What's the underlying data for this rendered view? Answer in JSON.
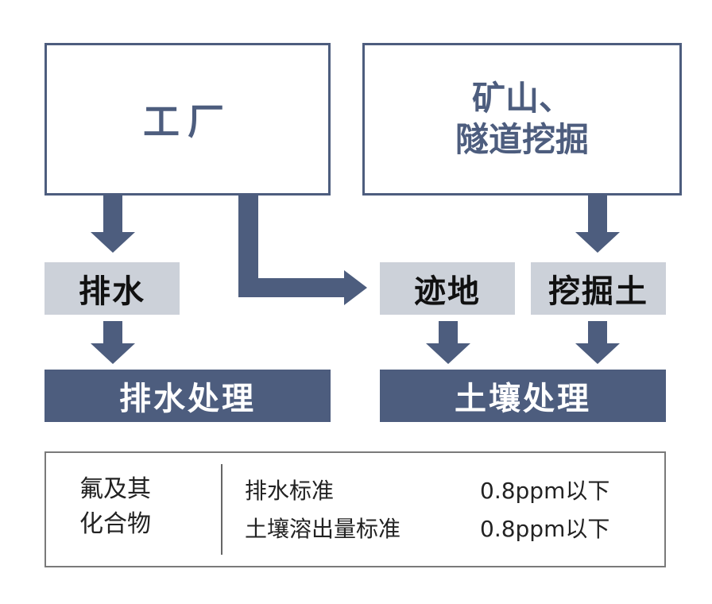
{
  "sources": {
    "factory": "工厂",
    "mine_line1": "矿山、",
    "mine_line2": "隧道挖掘"
  },
  "intermediate": {
    "drainage": "排水",
    "site": "迹地",
    "excavated_soil": "挖掘土"
  },
  "treatment": {
    "drainage": "排水处理",
    "soil": "土壤处理"
  },
  "standards": {
    "substance_line1": "氟及其",
    "substance_line2": "化合物",
    "rows": [
      {
        "label": "排水标准",
        "value": "0.8ppm以下"
      },
      {
        "label": "土壤溶出量标准",
        "value": "0.8ppm以下"
      }
    ]
  },
  "colors": {
    "navy": "#4d5d7e",
    "light_gray": "#ccd1d9",
    "border_gray": "#7a7a7a"
  }
}
